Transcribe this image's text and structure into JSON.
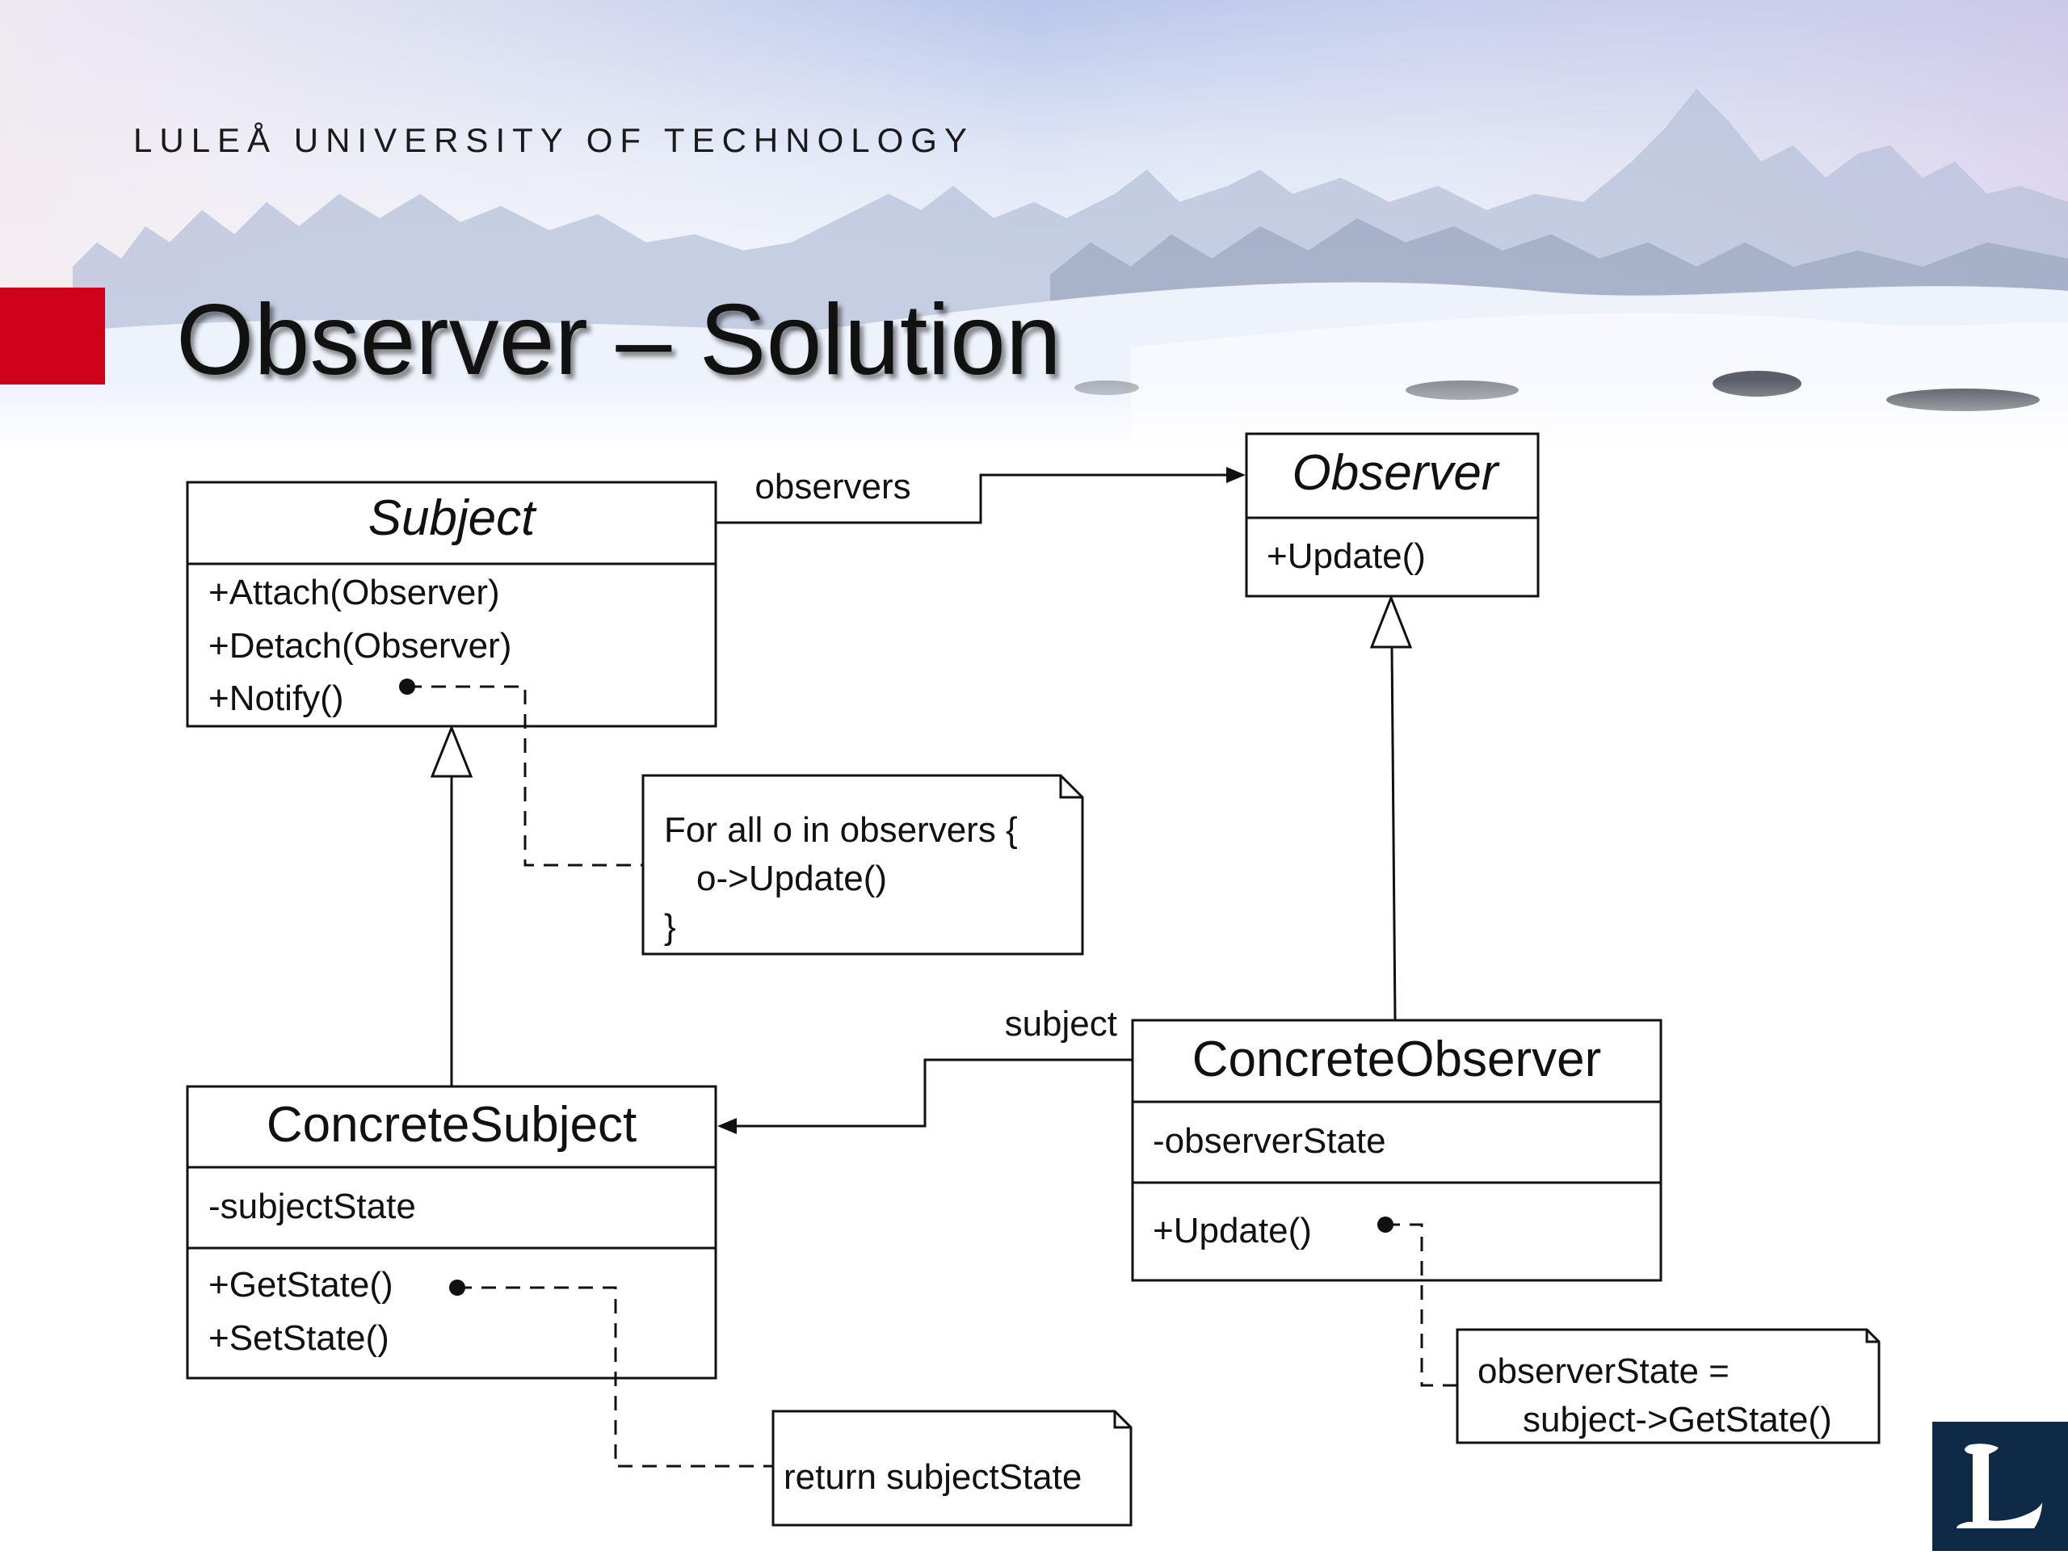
{
  "header": {
    "university": "LULEÅ UNIVERSITY OF TECHNOLOGY",
    "title": "Observer – Solution",
    "logo_letter": "L"
  },
  "colors": {
    "accent": "#d0021b",
    "logo_bg": "#0e2a47",
    "line": "#111111"
  },
  "classes": {
    "subject": {
      "name": "Subject",
      "methods": [
        "+Attach(Observer)",
        "+Detach(Observer)",
        "+Notify()"
      ]
    },
    "observer": {
      "name": "Observer",
      "methods": [
        "+Update()"
      ]
    },
    "concrete_subject": {
      "name": "ConcreteSubject",
      "attributes": [
        "-subjectState"
      ],
      "methods": [
        "+GetState()",
        "+SetState()"
      ]
    },
    "concrete_observer": {
      "name": "ConcreteObserver",
      "attributes": [
        "-observerState"
      ],
      "methods": [
        "+Update()"
      ]
    }
  },
  "associations": {
    "observers": "observers",
    "subject": "subject"
  },
  "notes": {
    "notify": [
      "For all o in observers {",
      "o->Update()",
      "}"
    ],
    "get_state": [
      "return subjectState"
    ],
    "update": [
      "observerState =",
      "subject->GetState()"
    ]
  }
}
